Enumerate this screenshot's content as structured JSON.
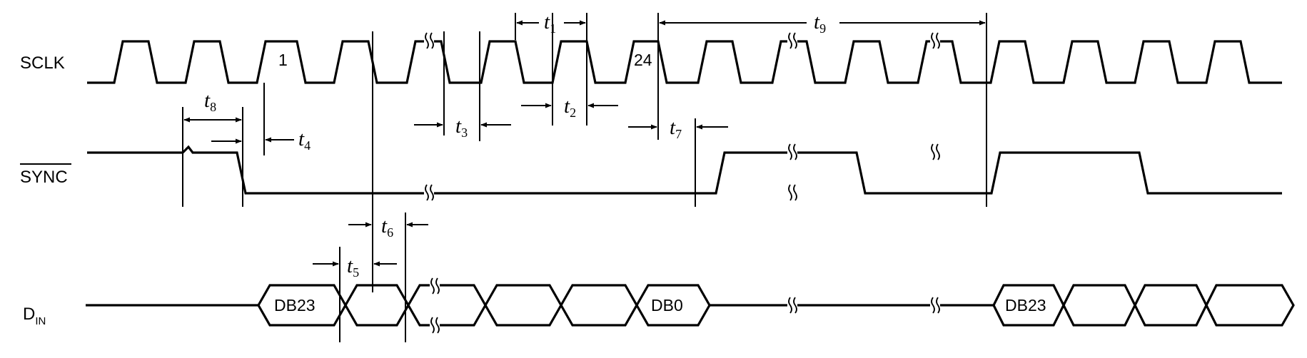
{
  "signals": {
    "sclk": "SCLK",
    "sync": "SYNC",
    "din_main": "D",
    "din_sub": "IN"
  },
  "clock_markers": {
    "first": "1",
    "last": "24"
  },
  "data_bits": {
    "msb_first": "DB23",
    "lsb": "DB0",
    "msb_next": "DB23"
  },
  "timing": {
    "t1": {
      "sym": "t",
      "sub": "1"
    },
    "t2": {
      "sym": "t",
      "sub": "2"
    },
    "t3": {
      "sym": "t",
      "sub": "3"
    },
    "t4": {
      "sym": "t",
      "sub": "4"
    },
    "t5": {
      "sym": "t",
      "sub": "5"
    },
    "t6": {
      "sym": "t",
      "sub": "6"
    },
    "t7": {
      "sym": "t",
      "sub": "7"
    },
    "t8": {
      "sym": "t",
      "sub": "8"
    },
    "t9": {
      "sym": "t",
      "sub": "9"
    }
  }
}
